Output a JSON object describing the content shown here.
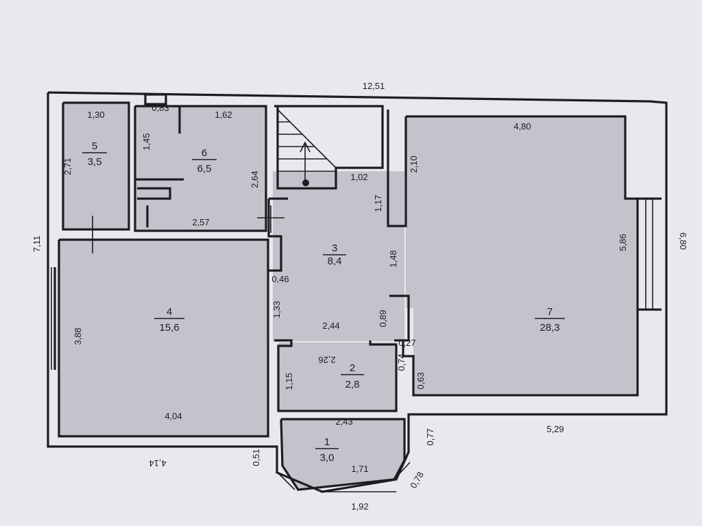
{
  "rooms": [
    {
      "number": "1",
      "area": "3,0"
    },
    {
      "number": "2",
      "area": "2,8"
    },
    {
      "number": "3",
      "area": "8,4"
    },
    {
      "number": "4",
      "area": "15,6"
    },
    {
      "number": "5",
      "area": "3,5"
    },
    {
      "number": "6",
      "area": "6,5"
    },
    {
      "number": "7",
      "area": "28,3"
    }
  ],
  "dimensions": {
    "overall_width": "12,51",
    "overall_height": "6,80",
    "left_height": "7,11",
    "bottom_left_width": "4,14",
    "bottom_right_width": "5,29",
    "bottom_bay_width": "1,92",
    "bay_inner_width": "1,71",
    "bay_left_offset": "0,51",
    "bay_right_offset": "0,77",
    "bay_diag": "0,78",
    "r5_width": "1,30",
    "r5_height": "2,71",
    "r6_door": "0,83",
    "r6_width": "1,62",
    "r6_height_left": "1,45",
    "r6_width_bottom": "2,57",
    "r6_height_right": "2,64",
    "stair_width": "1,02",
    "r7_width_top": "4,80",
    "r7_height_top": "2,10",
    "r3_wall_1": "1,17",
    "r3_wall_2": "1,48",
    "r3_wall_3": "0,46",
    "r3_wall_4": "1,33",
    "r3_width": "2,44",
    "r3_wall_5": "0,89",
    "r4_height": "3,88",
    "r4_width": "4,04",
    "r2_width_top": "2,26",
    "r2_height": "1,15",
    "r2_width_bottom": "2,43",
    "r7_small_1": "0,27",
    "r7_small_2": "0,74",
    "r7_small_3": "0,63",
    "r7_height": "5,86"
  }
}
